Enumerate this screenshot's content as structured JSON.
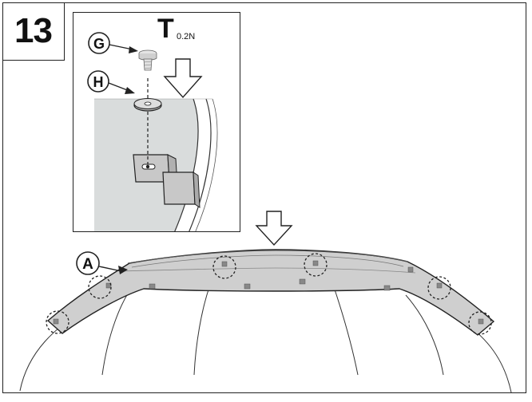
{
  "step": {
    "number": "13"
  },
  "torque": {
    "symbol": "T",
    "value": "0.2N"
  },
  "callouts": {
    "g": "G",
    "h": "H",
    "a": "A"
  },
  "colors": {
    "line": "#222222",
    "part_fill": "#cfcfcf",
    "panel_fill": "#d9dcdc",
    "background": "#ffffff"
  },
  "icons": {
    "down_arrow": "down-arrow-icon"
  }
}
